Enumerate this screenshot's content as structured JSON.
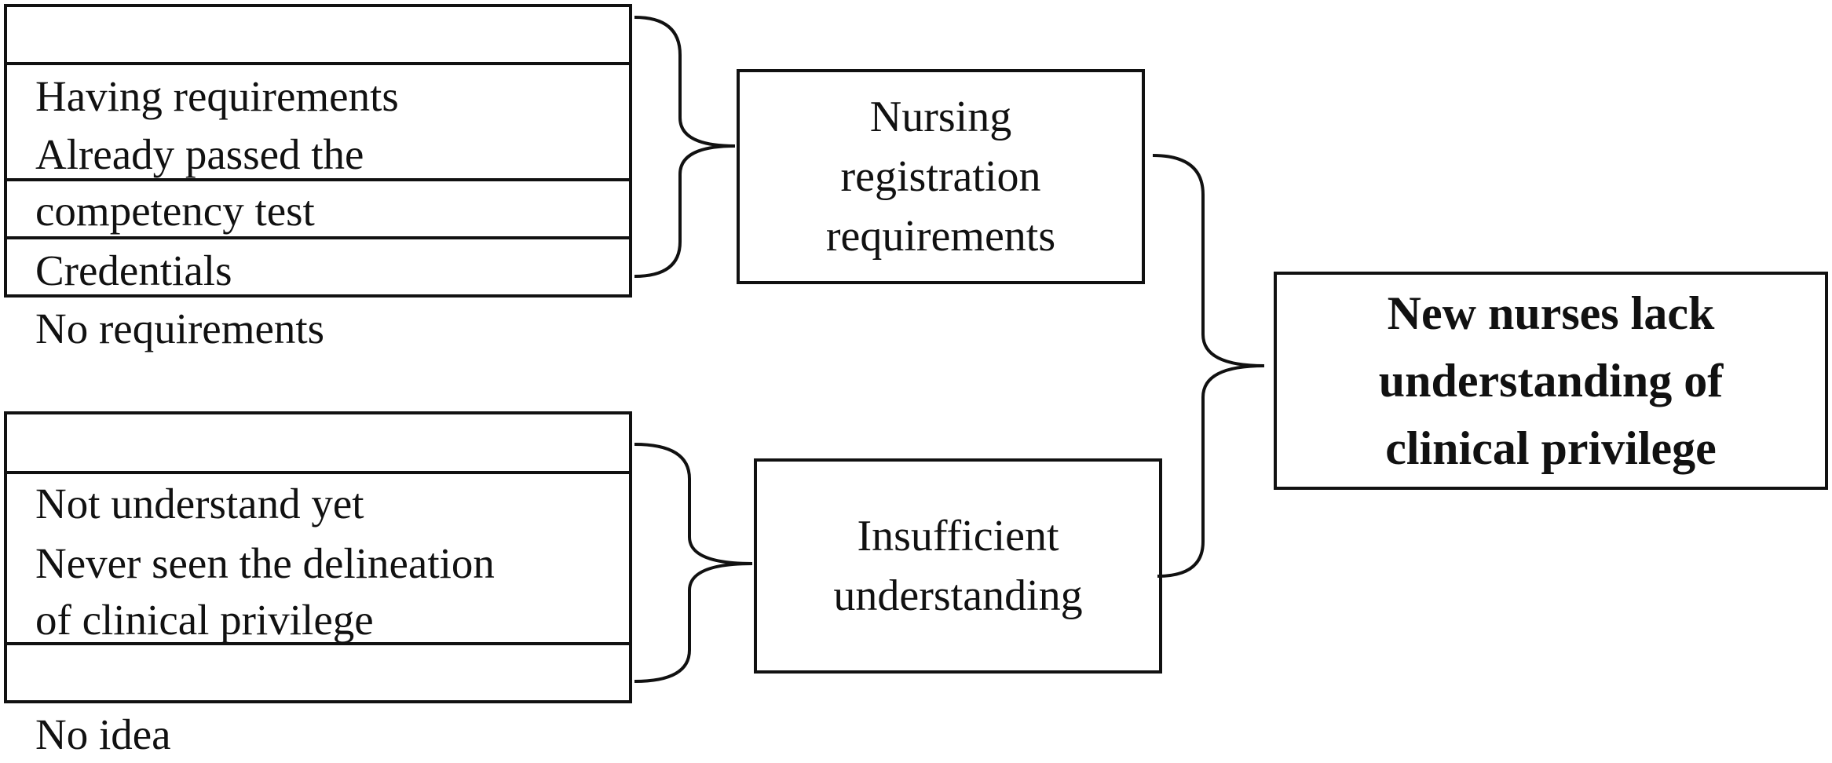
{
  "group_top": {
    "items": [
      "Having requirements",
      "Already passed the\ncompetency test",
      "Credentials",
      "No requirements"
    ],
    "category": "Nursing\nregistration\nrequirements"
  },
  "group_bottom": {
    "items": [
      "Not understand yet",
      "Never seen the delineation\nof clinical privilege",
      "No idea"
    ],
    "category": "Insufficient\nunderstanding"
  },
  "conclusion": "New nurses lack\nunderstanding of\nclinical privilege"
}
